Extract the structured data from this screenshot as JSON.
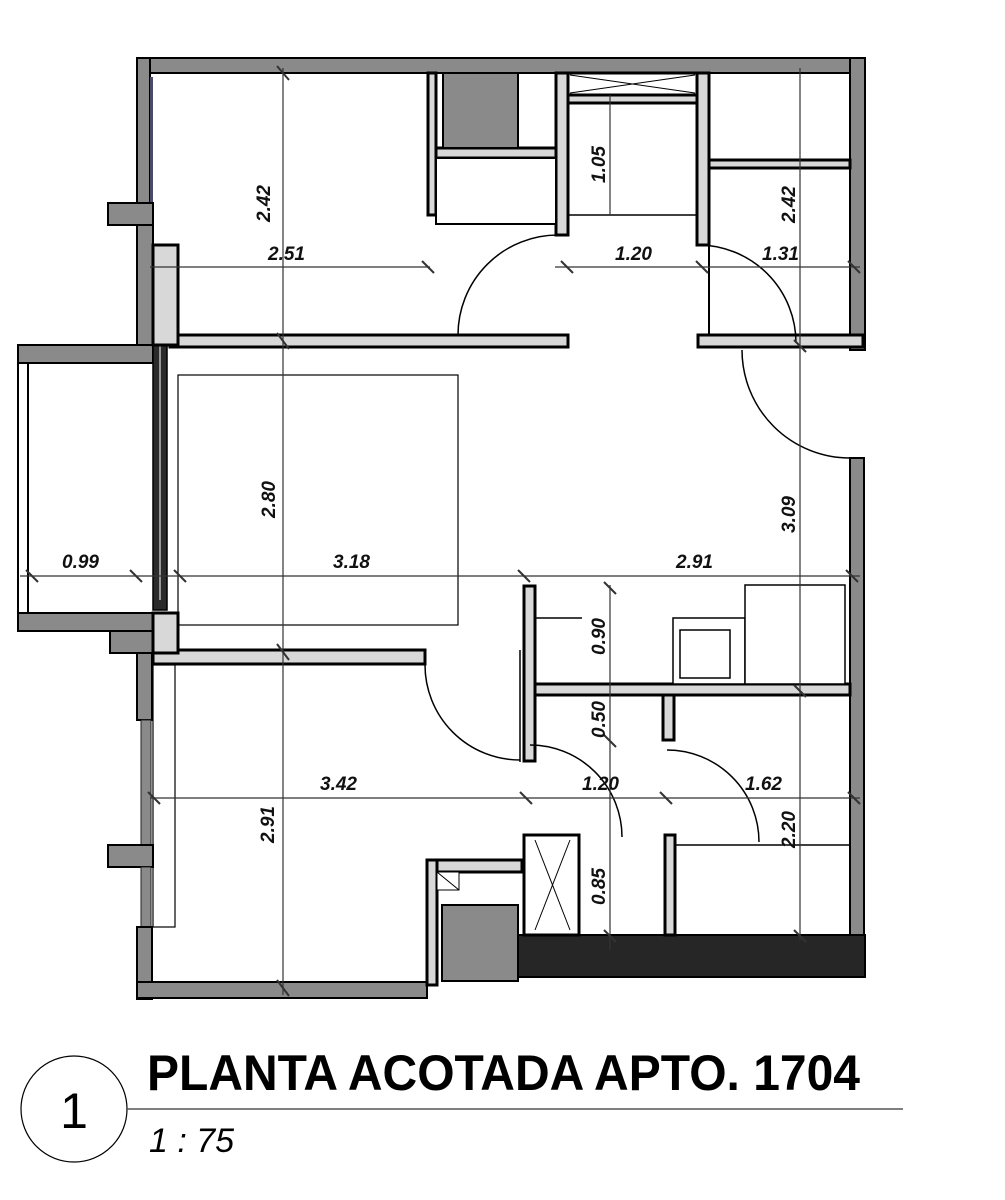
{
  "drawing": {
    "title": "PLANTA ACOTADA APTO. 1704",
    "scale": "1 : 75",
    "view_number": "1"
  },
  "colors": {
    "wall_exterior": "#8a8a8a",
    "wall_interior_fill": "#d8d8d8",
    "wall_outline": "#000000",
    "slab_dark": "#262626",
    "dimension_line": "#333333"
  },
  "dimensions": {
    "bedroom1_height": "2.42",
    "bedroom1_width": "2.51",
    "bath1_depth": "1.05",
    "hall_width_top": "1.20",
    "closet_width": "1.31",
    "closet_height": "2.42",
    "living_height": "2.80",
    "balcony_width": "0.99",
    "living_width": "3.18",
    "kitchen_width": "2.91",
    "right_zone_height": "3.09",
    "kitchen_counter": "0.90",
    "laundry_depth": "0.50",
    "bedroom2_width": "3.42",
    "hall_width_bottom": "1.20",
    "bath2_width": "1.62",
    "bedroom2_height": "2.91",
    "bath2_height": "2.20",
    "bath3_depth": "0.85"
  }
}
